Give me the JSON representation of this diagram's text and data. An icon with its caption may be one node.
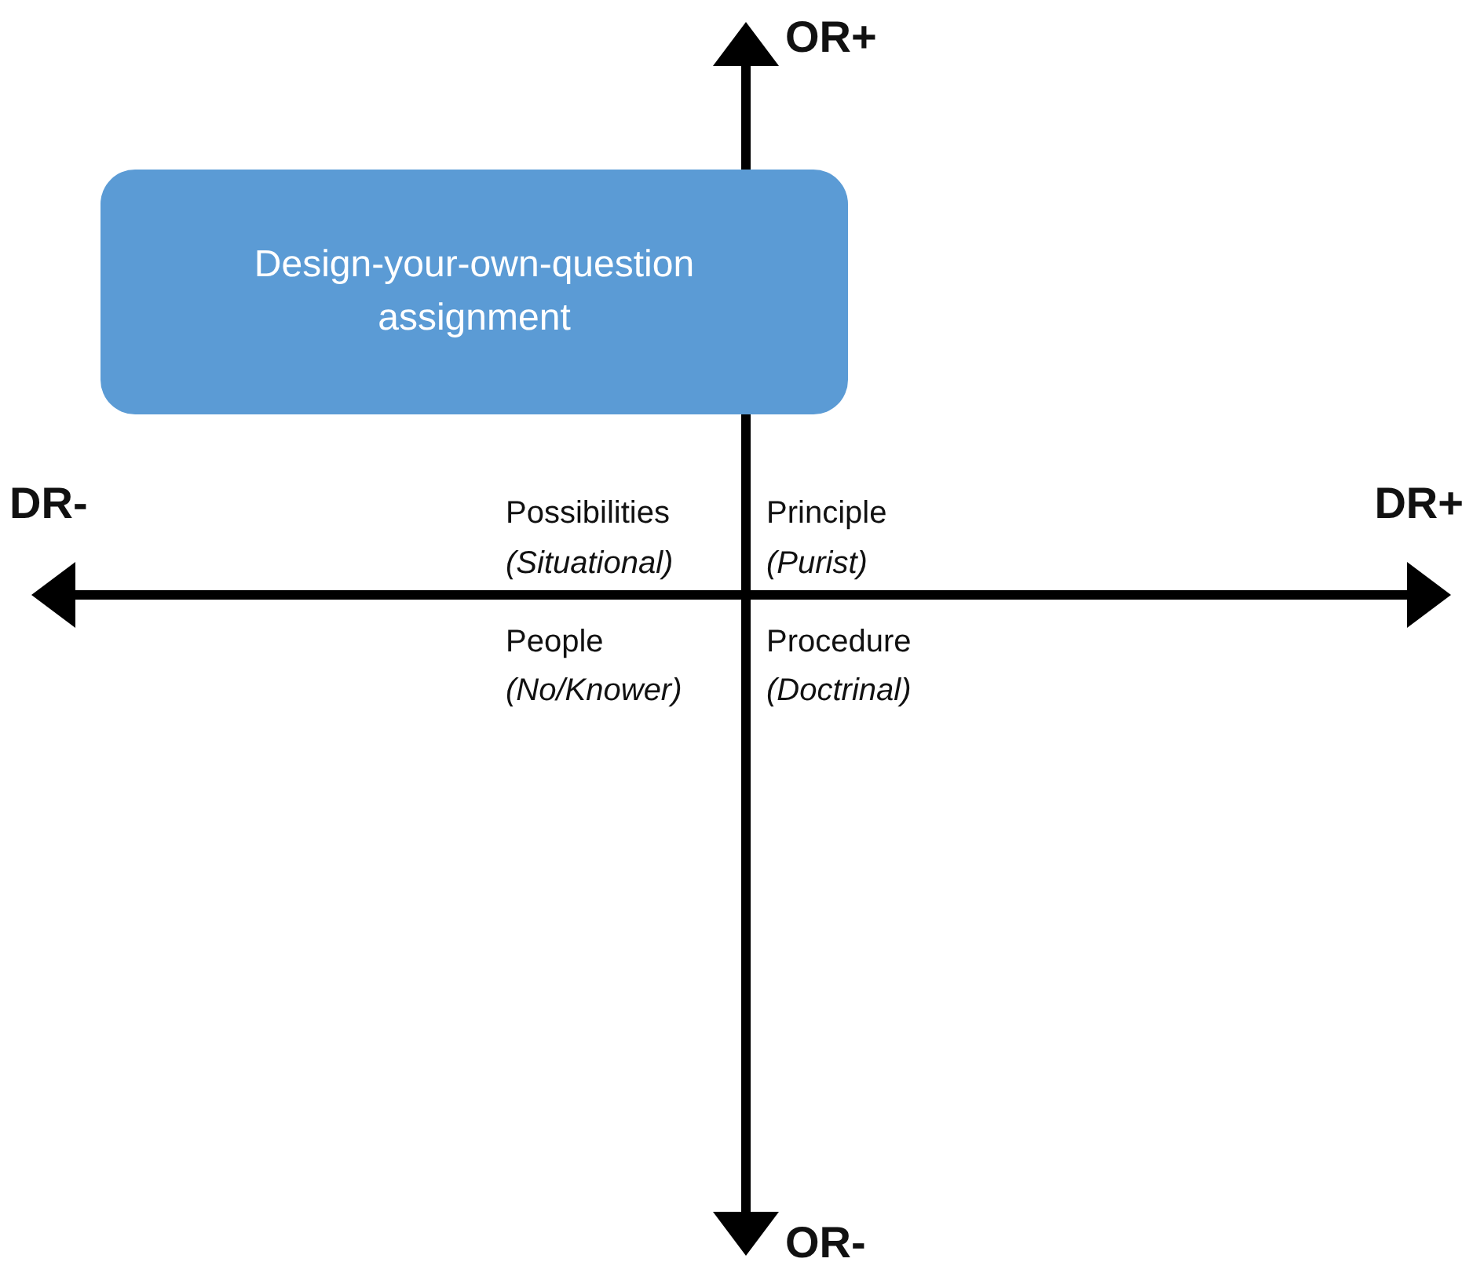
{
  "diagram": {
    "nodes": [
      {
        "text": [
          "Design-your-own-question assignment"
        ]
      }
    ],
    "labels": [
      "OR+",
      "DR-",
      "Possibilities",
      "Principle",
      "DR+",
      "(Situational)",
      "(Purist)",
      "People",
      "Procedure",
      "(No/Knower)",
      "(Doctrinal)",
      "OR-"
    ]
  }
}
